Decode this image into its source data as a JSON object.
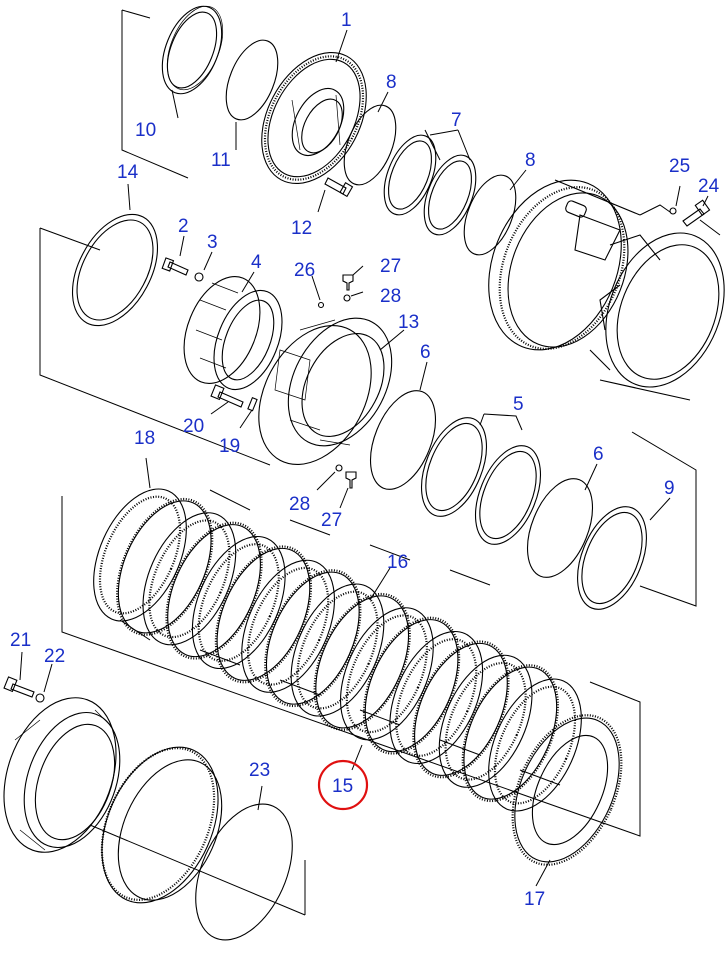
{
  "diagram": {
    "highlight_color": "#e01010",
    "label_color": "#1a2fc8",
    "labels": {
      "p1": "1",
      "p2": "2",
      "p3": "3",
      "p4": "4",
      "p5": "5",
      "p6a": "6",
      "p6b": "6",
      "p7": "7",
      "p8a": "8",
      "p8b": "8",
      "p9": "9",
      "p10": "10",
      "p11": "11",
      "p12": "12",
      "p13": "13",
      "p14": "14",
      "p15": "15",
      "p16": "16",
      "p17": "17",
      "p18": "18",
      "p19": "19",
      "p20": "20",
      "p21": "21",
      "p22": "22",
      "p23": "23",
      "p24": "24",
      "p25": "25",
      "p26": "26",
      "p27a": "27",
      "p27b": "27",
      "p28a": "28",
      "p28b": "28"
    }
  }
}
